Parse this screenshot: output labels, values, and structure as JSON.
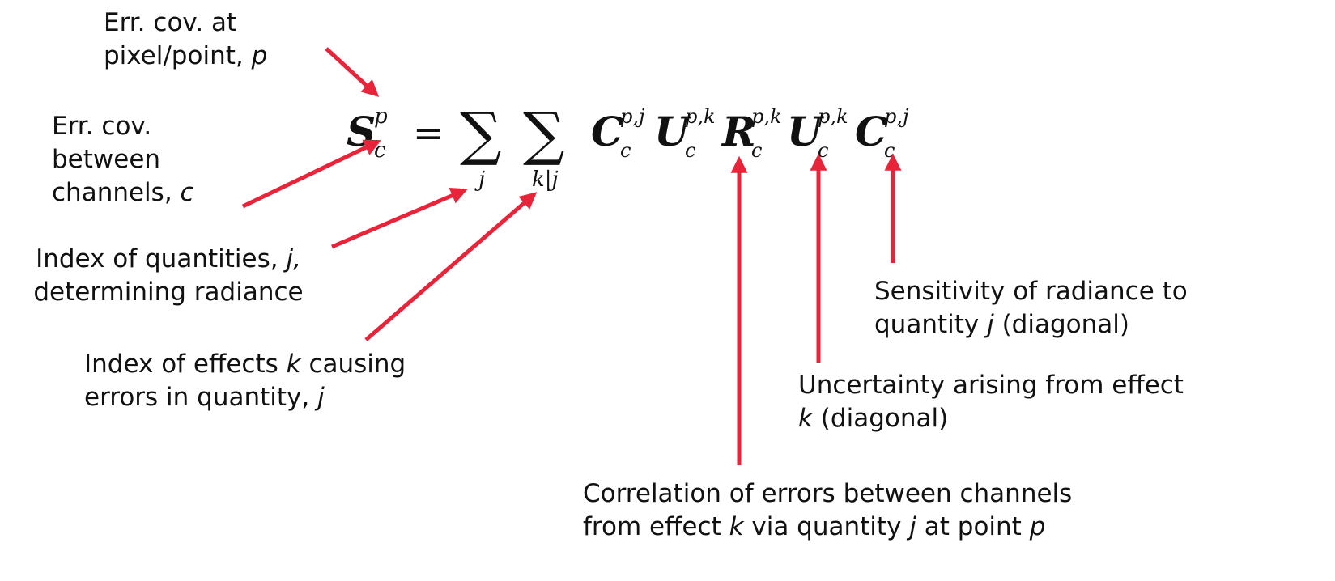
{
  "annotations": {
    "errcov_pixel": {
      "line1": "Err. cov. at",
      "line2_pre": "pixel/point, ",
      "line2_var": "p"
    },
    "errcov_channels": {
      "line1": "Err. cov.",
      "line2": "between",
      "line3_pre": "channels, ",
      "line3_var": "c"
    },
    "index_quantities": {
      "line1_pre": "Index of quantities, ",
      "line1_var": "j,",
      "line2": "determining radiance"
    },
    "index_effects": {
      "line1_pre": "Index of effects ",
      "line1_var": "k",
      "line1_post": " causing",
      "line2_pre": "errors in quantity, ",
      "line2_var": "j"
    },
    "sensitivity": {
      "line1": "Sensitivity of radiance to",
      "line2_pre": "quantity ",
      "line2_var": "j",
      "line2_post": " (diagonal)"
    },
    "uncertainty": {
      "line1": "Uncertainty arising from effect",
      "line2_var": "k",
      "line2_post": " (diagonal)"
    },
    "correlation": {
      "line1": "Correlation of errors between channels",
      "line2_pre": "from effect ",
      "line2_var1": "k",
      "line2_mid1": " via quantity ",
      "line2_var2": "j",
      "line2_mid2": " at point ",
      "line2_var3": "p"
    }
  },
  "equation": {
    "lhs": "S",
    "lhs_sup": "p",
    "lhs_sub": "c",
    "equals": "=",
    "sum": "∑",
    "sum1_index": "j",
    "sum2_index": "k|j",
    "sub": "c",
    "factors": [
      {
        "sym": "C",
        "sup": "p,j"
      },
      {
        "sym": "U",
        "sup": "p,k"
      },
      {
        "sym": "R",
        "sup": "p,k"
      },
      {
        "sym": "U",
        "sup": "p,k"
      },
      {
        "sym": "C",
        "sup": "p,j"
      }
    ]
  },
  "colors": {
    "arrow": "#e8243a",
    "text": "#111111"
  }
}
